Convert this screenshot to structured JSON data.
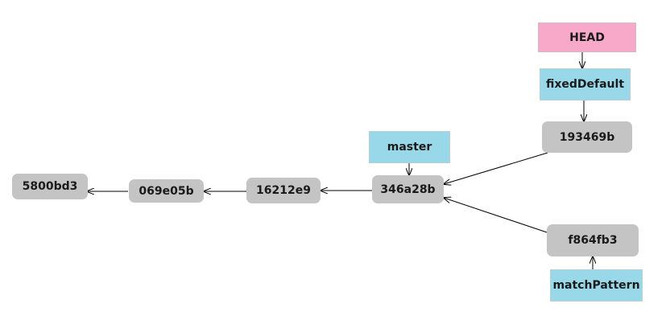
{
  "commits": [
    {
      "id": "5800bd3"
    },
    {
      "id": "069e05b"
    },
    {
      "id": "16212e9"
    },
    {
      "id": "346a28b"
    },
    {
      "id": "193469b"
    },
    {
      "id": "f864fb3"
    }
  ],
  "branches": [
    {
      "name": "master"
    },
    {
      "name": "fixedDefault"
    },
    {
      "name": "matchPattern"
    }
  ],
  "head": {
    "label": "HEAD"
  },
  "edges": [
    {
      "from": "069e05b",
      "to": "5800bd3"
    },
    {
      "from": "16212e9",
      "to": "069e05b"
    },
    {
      "from": "346a28b",
      "to": "16212e9"
    },
    {
      "from": "193469b",
      "to": "346a28b"
    },
    {
      "from": "f864fb3",
      "to": "346a28b"
    },
    {
      "from": "master",
      "to": "346a28b"
    },
    {
      "from": "HEAD",
      "to": "fixedDefault"
    },
    {
      "from": "fixedDefault",
      "to": "193469b"
    },
    {
      "from": "matchPattern",
      "to": "f864fb3"
    }
  ]
}
